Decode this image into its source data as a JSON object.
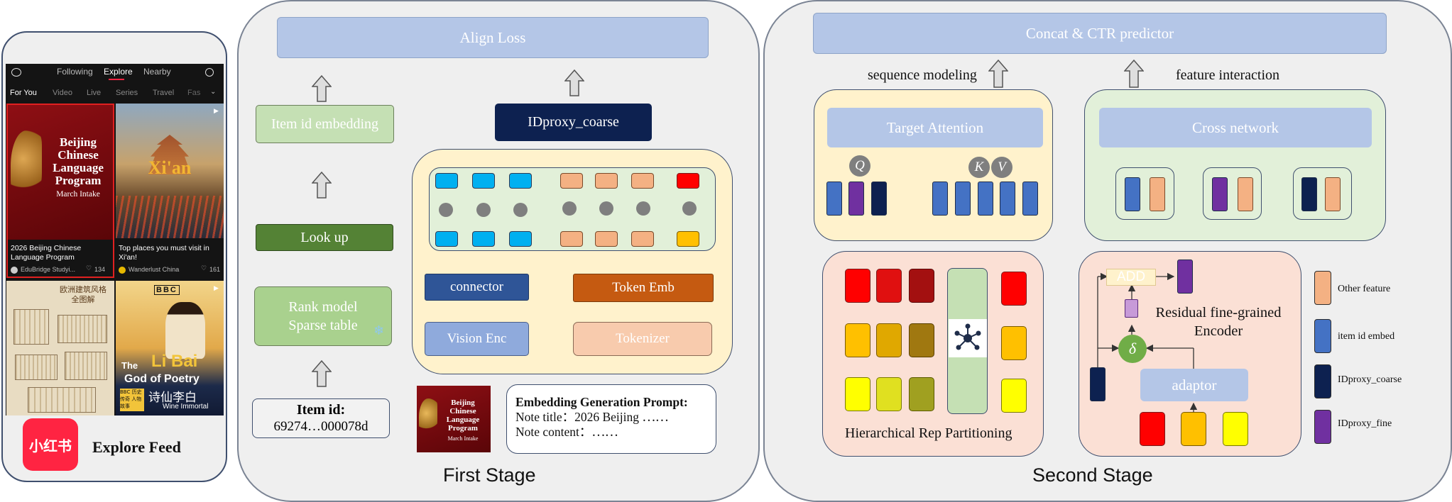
{
  "phone": {
    "nav_tabs": [
      "Following",
      "Explore",
      "Nearby"
    ],
    "categories": [
      "For You",
      "Video",
      "Live",
      "Series",
      "Travel",
      "Fas"
    ],
    "card1": {
      "poster_title": "Beijing Chinese Language Program",
      "poster_sub": "March Intake",
      "caption": "2026 Beijing Chinese Language Program",
      "author": "EduBridge Studyi...",
      "likes": "134"
    },
    "card2": {
      "poster_title": "Xi'an",
      "caption": "Top places you must visit in Xi'an!",
      "author": "Wanderlust China",
      "likes": "161"
    },
    "card3": {
      "poster_title": "欧洲建筑风格 全图解"
    },
    "card4": {
      "brand": "BBC",
      "line1": "The",
      "line2": "Li Bai",
      "line3": "God of Poetry",
      "cn": "诗仙李白",
      "en": "Wine Immortal",
      "badge": "BBC 历史传奇 人物故事"
    },
    "app_logo_text": "小红书",
    "caption": "Explore Feed"
  },
  "stage1": {
    "title": "First Stage",
    "align_loss": "Align Loss",
    "item_id_embedding": "Item id embedding",
    "look_up": "Look up",
    "rank_model_line1": "Rank model",
    "rank_model_line2": "Sparse table",
    "item_id_label": "Item id:",
    "item_id_value": "69274…000078d",
    "idproxy_coarse": "IDproxy_coarse",
    "connector": "connector",
    "token_emb": "Token Emb",
    "vision_enc": "Vision Enc",
    "tokenizer": "Tokenizer",
    "thumb_title": "Beijing Chinese Language Program",
    "thumb_sub": "March Intake",
    "prompt_title": "Embedding Generation Prompt:",
    "prompt_line1": "Note title：2026 Beijing ⋯⋯",
    "prompt_line2": "Note content：⋯⋯"
  },
  "stage2": {
    "title": "Second Stage",
    "concat": "Concat & CTR predictor",
    "seq_modeling": "sequence modeling",
    "feat_interaction": "feature interaction",
    "target_attention": "Target Attention",
    "q": "Q",
    "k": "K",
    "v": "V",
    "cross_network": "Cross network",
    "hier": "Hierarchical Rep Partitioning",
    "add": "ADD",
    "delta": "δ",
    "residual_line1": "Residual fine-grained",
    "residual_line2": "Encoder",
    "adaptor": "adaptor"
  },
  "legend": [
    {
      "label": "Other feature",
      "color": "#f4b183"
    },
    {
      "label": "item id embed",
      "color": "#4472c4"
    },
    {
      "label": "IDproxy_coarse",
      "color": "#0d2150"
    },
    {
      "label": "IDproxy_fine",
      "color": "#7030a0"
    }
  ],
  "colors": {
    "light_blue": "#b4c6e7",
    "navy": "#0d2150",
    "green_dark": "#548235",
    "green_light": "#a9d18e",
    "orange_dark": "#c55a11",
    "peach": "#f8cbad",
    "cream": "#fff2cc",
    "mint": "#e2f0d9",
    "pink": "#fbe0d5",
    "red": "#ff0000",
    "cyan": "#00b0f0"
  }
}
